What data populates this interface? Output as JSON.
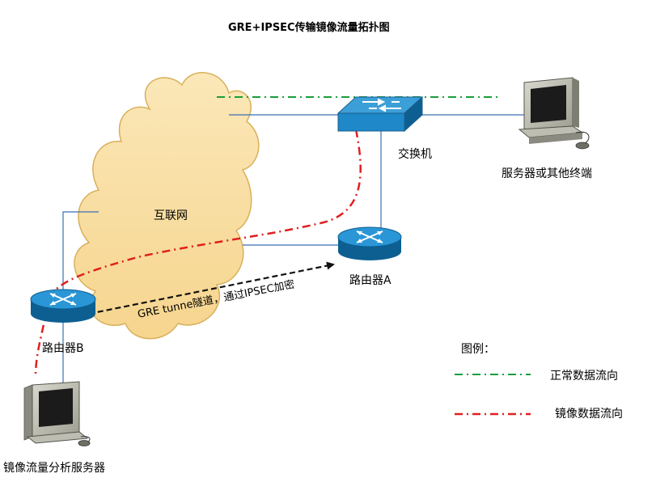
{
  "title": "GRE+IPSEC传输镜像流量拓扑图",
  "nodes": {
    "internet": "互联网",
    "switch": "交换机",
    "server": "服务器或其他终端",
    "router_a": "路由器A",
    "router_b": "路由器B",
    "analyzer": "镜像流量分析服务器"
  },
  "tunnel_label": "GRE tunne隧道，通过IPSEC加密",
  "legend": {
    "title": "图例：",
    "normal": "正常数据流向",
    "mirror": "镜像数据流向"
  },
  "colors": {
    "cloud_fill": "#f9e0a8",
    "cloud_stroke": "#d9b15a",
    "device_blue": "#1e88c8",
    "device_dark": "#0d5f91",
    "link_blue": "#3a6fb5",
    "normal_flow": "#1a9e3a",
    "mirror_flow": "#e02020",
    "tunnel": "#111111"
  }
}
